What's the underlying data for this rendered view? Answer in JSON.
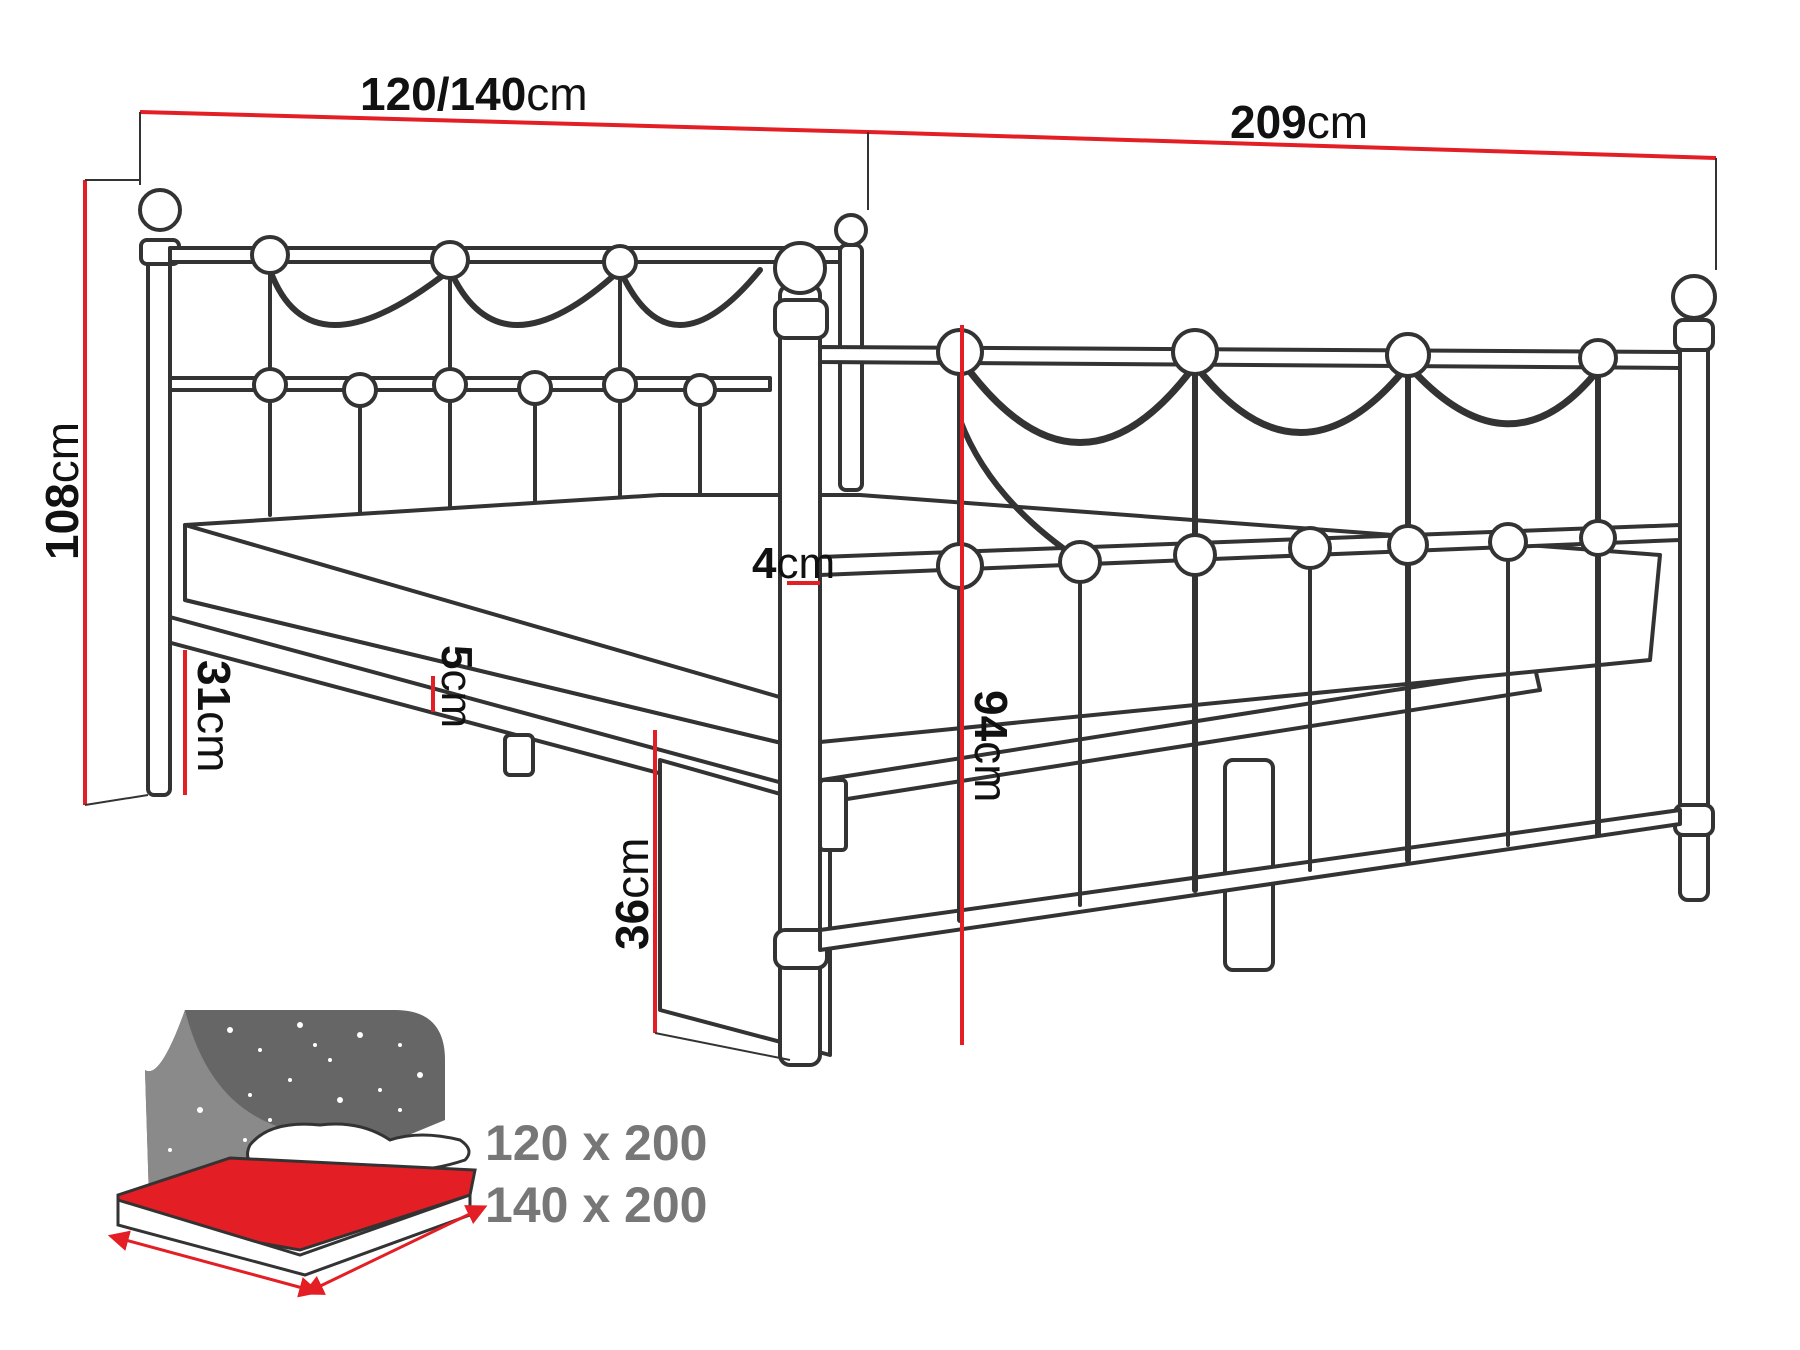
{
  "dimensions": {
    "width": {
      "value": "120/140",
      "unit": "cm"
    },
    "length": {
      "value": "209",
      "unit": "cm"
    },
    "headboard_height": {
      "value": "108",
      "unit": "cm"
    },
    "footboard_height": {
      "value": "94",
      "unit": "cm"
    },
    "frame_height": {
      "value": "36",
      "unit": "cm"
    },
    "leg_clearance": {
      "value": "31",
      "unit": "cm"
    },
    "frame_thickness": {
      "value": "5",
      "unit": "cm"
    },
    "post_diameter": {
      "value": "4",
      "unit": "cm"
    }
  },
  "mattress_sizes": [
    "120 x 200",
    "140 x 200"
  ],
  "colors": {
    "dimension_line": "#e31e24",
    "outline": "#333333",
    "mattress_icon_top": "#e31e24",
    "night_sky": "#666666",
    "size_text": "#777777"
  }
}
